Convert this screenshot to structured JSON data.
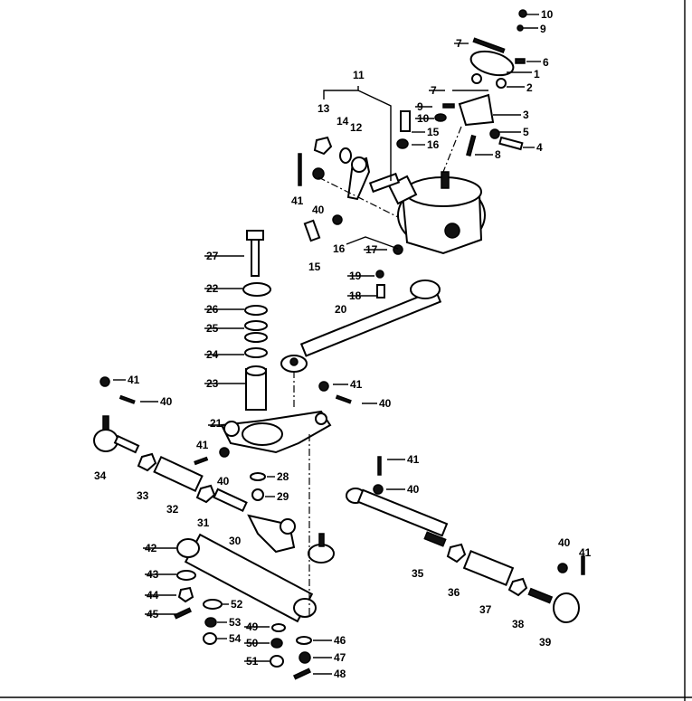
{
  "diagram": {
    "title": "Steering linkage exploded parts diagram",
    "callouts": [
      "10",
      "9",
      "7",
      "6",
      "1",
      "2",
      "7",
      "9",
      "10",
      "3",
      "15",
      "5",
      "16",
      "4",
      "8",
      "11",
      "13",
      "14",
      "12",
      "41",
      "40",
      "16",
      "17",
      "15",
      "27",
      "22",
      "26",
      "25",
      "24",
      "19",
      "18",
      "20",
      "41",
      "40",
      "41",
      "40",
      "23",
      "21",
      "41",
      "40",
      "28",
      "29",
      "34",
      "33",
      "32",
      "31",
      "30",
      "41",
      "40",
      "42",
      "43",
      "44",
      "45",
      "52",
      "53",
      "54",
      "49",
      "50",
      "51",
      "46",
      "47",
      "48",
      "35",
      "36",
      "37",
      "38",
      "39",
      "40",
      "41"
    ]
  }
}
